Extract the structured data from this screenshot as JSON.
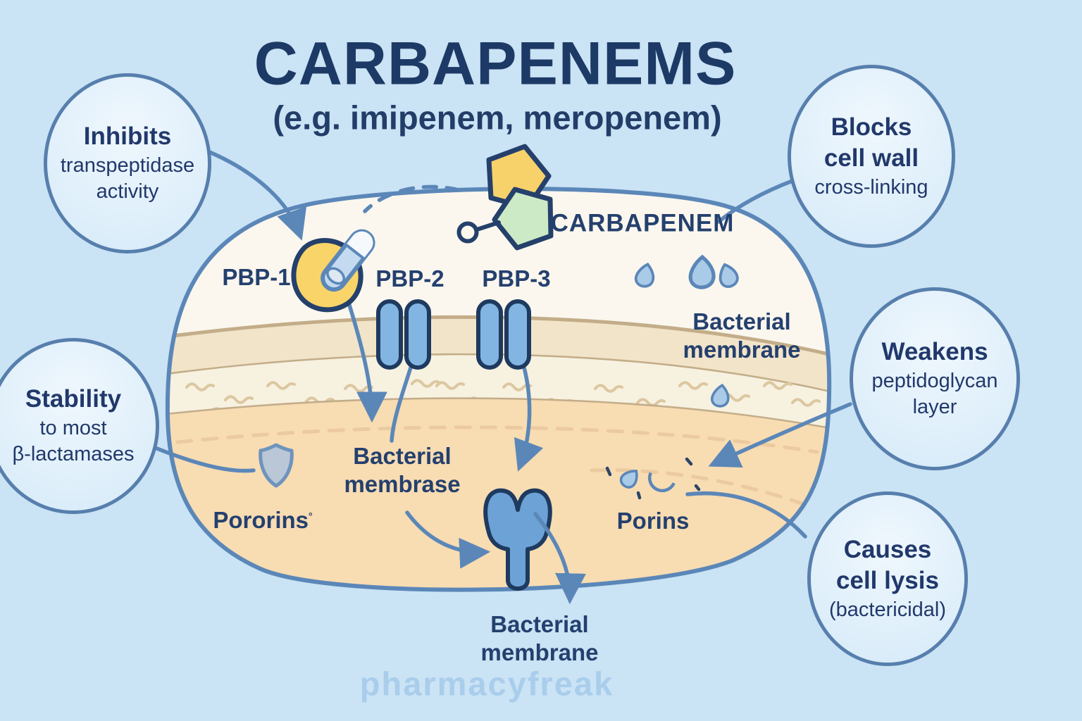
{
  "title": "CARBAPENEMS",
  "subtitle": "(e.g. imipenem, meropenem)",
  "bubbles": {
    "inhibits": {
      "line1": "Inhibits",
      "line2": "transpeptidase",
      "line3": "activity"
    },
    "blocks": {
      "line1": "Blocks",
      "line2": "cell wall",
      "line3": "cross-linking"
    },
    "stability": {
      "line1": "Stability",
      "line2": "to most",
      "line3": "β-lactamases"
    },
    "weakens": {
      "line1": "Weakens",
      "line2": "peptidoglycan",
      "line3": "layer"
    },
    "causes": {
      "line1": "Causes",
      "line2": "cell lysis",
      "line3": "(bactericidal)"
    }
  },
  "cell": {
    "molecule_label": "CARBAPENEM",
    "pbp1": "PBP-1",
    "pbp2": "PBP-2",
    "pbp3": "PBP-3",
    "membrane_right_line1": "Bacterial",
    "membrane_right_line2": "membrane",
    "membrase_line1": "Bacterial",
    "membrase_line2": "membrase",
    "pororins": "Pororins",
    "pororins_mark": "°",
    "porins": "Porins",
    "membrane_bottom_line1": "Bacterial",
    "membrane_bottom_line2": "membrane"
  },
  "watermark": "pharmacyfreak",
  "colors": {
    "background": "#cae3f5",
    "bubble_fill": "#e4f2fc",
    "bubble_border": "#577fad",
    "navy_text": "#24406e",
    "title_navy": "#1d3a66",
    "cell_fill": "#fbf7ee",
    "membrane_band": "#f2e4c9",
    "membrane_line": "#c3ad89",
    "peptidoglycan_squiggle": "#dcc7a0",
    "cytoplasm_peach": "#f8dcb2",
    "cytoplasm_dash": "#ecca9f",
    "structure_blue": "#82b5e2",
    "structure_outline": "#1e3a5f",
    "arrow_blue": "#5b87b8",
    "enzyme_yellow": "#f8d469",
    "molecule_green": "#cdeac6",
    "watermark_blue": "#a9cdeb"
  }
}
